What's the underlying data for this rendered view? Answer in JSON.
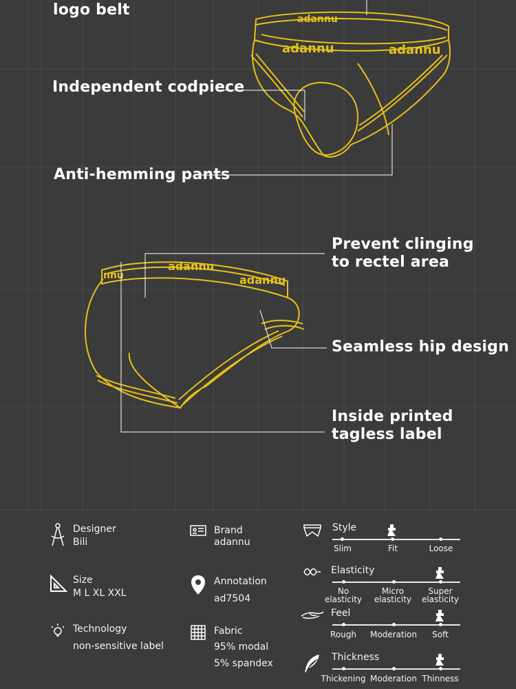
{
  "callouts": {
    "logo_belt": "logo belt",
    "codpiece": "Independent codpiece",
    "anti_hemming": "Anti-hemming pants",
    "prevent_line1": "Prevent clinging",
    "prevent_line2": "to rectel area",
    "seamless": "Seamless hip design",
    "inside_line1": "Inside printed",
    "inside_line2": "tagless label"
  },
  "brand_text": {
    "front_back": "adannu",
    "front": "adannu",
    "back_left": "adannu",
    "back_right": "adannu",
    "side": "nnu"
  },
  "specs": {
    "designer": {
      "label": "Designer",
      "value": "Bili"
    },
    "brand": {
      "label": "Brand",
      "value": "adannu"
    },
    "size": {
      "label": "Size",
      "value": "M  L  XL  XXL"
    },
    "annotation": {
      "label": "Annotation",
      "value": "ad7504"
    },
    "technology": {
      "label": "Technology",
      "value": "non-sensitive label"
    },
    "fabric": {
      "label": "Fabric",
      "value1": "95% modal",
      "value2": "5% spandex"
    }
  },
  "scales": {
    "style": {
      "title": "Style",
      "options": [
        "Slim",
        "Fit",
        "Loose"
      ],
      "selected_index": 1
    },
    "elasticity": {
      "title": "Elasticity",
      "options": [
        "No elasticity",
        "Micro elasticity",
        "Super elasticity"
      ],
      "opt0a": "No",
      "opt0b": "elasticity",
      "opt1a": "Micro",
      "opt1b": "elasticity",
      "opt2a": "Super",
      "opt2b": "elasticity",
      "selected_index": 2
    },
    "feel": {
      "title": "Feel",
      "options": [
        "Rough",
        "Moderation",
        "Soft"
      ],
      "selected_index": 2
    },
    "thickness": {
      "title": "Thickness",
      "options": [
        "Thickening",
        "Moderation",
        "Thinness"
      ],
      "selected_index": 2
    }
  },
  "colors": {
    "background": "#3b3b3b",
    "outline": "#e6c21a",
    "grid": "#4a4a4a"
  }
}
